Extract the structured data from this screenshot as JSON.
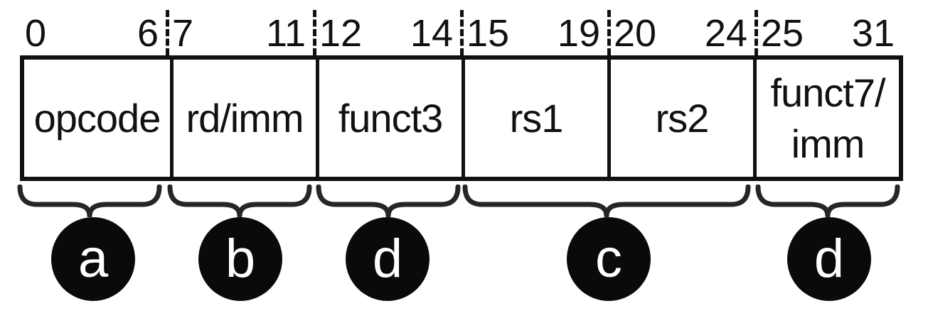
{
  "fig": {
    "fields": [
      {
        "bit_left": "0",
        "bit_right": "6",
        "label_lines": [
          "opcode"
        ]
      },
      {
        "bit_left": "7",
        "bit_right": "11",
        "label_lines": [
          "rd/imm"
        ]
      },
      {
        "bit_left": "12",
        "bit_right": "14",
        "label_lines": [
          "funct3"
        ]
      },
      {
        "bit_left": "15",
        "bit_right": "19",
        "label_lines": [
          "rs1"
        ]
      },
      {
        "bit_left": "20",
        "bit_right": "24",
        "label_lines": [
          "rs2"
        ]
      },
      {
        "bit_left": "25",
        "bit_right": "31",
        "label_lines": [
          "funct7/",
          "imm"
        ]
      }
    ],
    "groups": [
      {
        "letter": "a"
      },
      {
        "letter": "b"
      },
      {
        "letter": "d"
      },
      {
        "letter": "c"
      },
      {
        "letter": "d"
      }
    ],
    "colors": {
      "ink": "#111111",
      "brace": "#262626",
      "badge_bg": "#0a0a0a",
      "badge_text": "#ffffff",
      "background": "#ffffff"
    }
  }
}
